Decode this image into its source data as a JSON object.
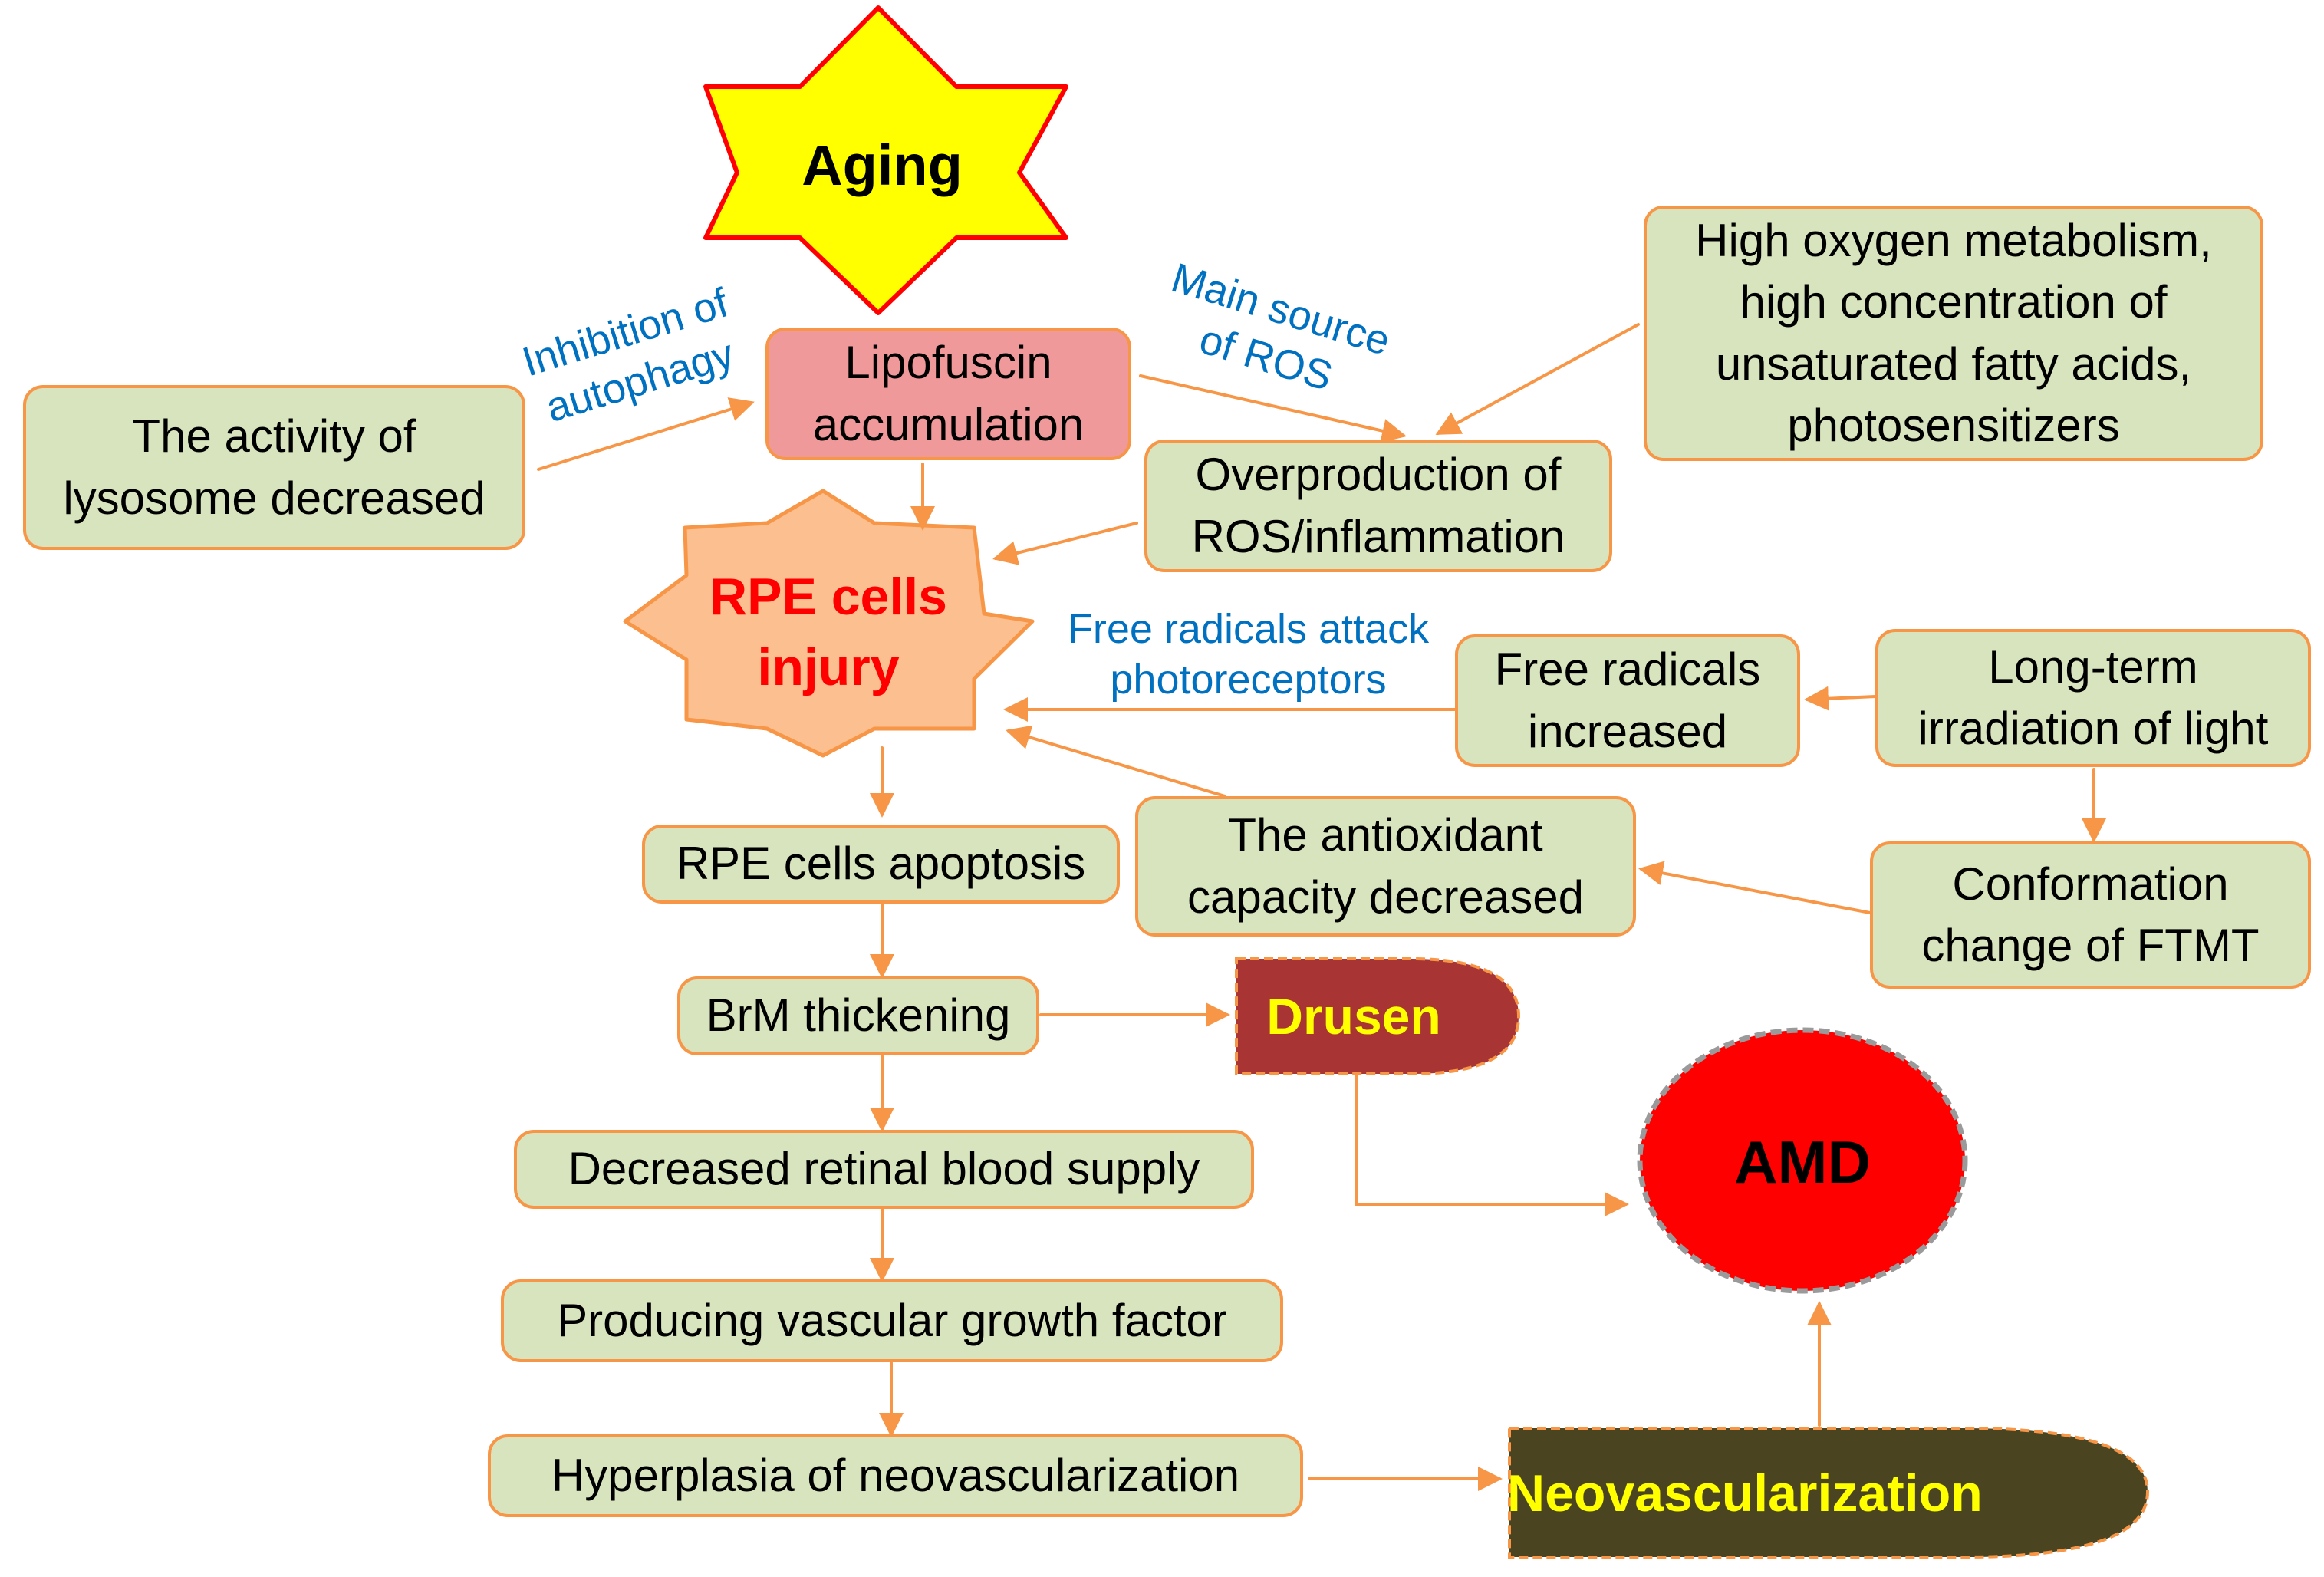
{
  "aging": {
    "label": "Aging"
  },
  "lipofuscin": {
    "line1": "Lipofuscin",
    "line2": "accumulation"
  },
  "lysosome": {
    "line1": "The activity of",
    "line2": "lysosome decreased"
  },
  "autophagy_note": {
    "line1": "Inhibition of",
    "line2": "autophagy"
  },
  "main_source_note": {
    "line1": "Main source",
    "line2": "of ROS"
  },
  "high_oxygen": {
    "line1": "High oxygen metabolism,",
    "line2": "high concentration of",
    "line3": "unsaturated fatty acids,",
    "line4": "photosensitizers"
  },
  "ros": {
    "line1": "Overproduction of",
    "line2": "ROS/inflammation"
  },
  "rpe_injury": {
    "line1": "RPE cells",
    "line2": "injury"
  },
  "free_radicals_note": {
    "line1": "Free radicals attack",
    "line2": "photoreceptors"
  },
  "free_radicals": {
    "line1": "Free radicals",
    "line2": "increased"
  },
  "light": {
    "line1": "Long-term",
    "line2": "irradiation of light"
  },
  "ftmt": {
    "line1": "Conformation",
    "line2": "change of FTMT"
  },
  "antioxidant": {
    "line1": "The antioxidant",
    "line2": "capacity decreased"
  },
  "apoptosis": {
    "label": "RPE cells apoptosis"
  },
  "brm": {
    "label": "BrM thickening"
  },
  "drusen": {
    "label": "Drusen"
  },
  "blood_supply": {
    "label": "Decreased retinal blood supply"
  },
  "vegf": {
    "label": "Producing vascular growth factor"
  },
  "hyperplasia": {
    "label": "Hyperplasia of neovascularization"
  },
  "neovascularization": {
    "label": "Neovascularization"
  },
  "amd": {
    "label": "AMD"
  },
  "colors": {
    "box_fill": "#d7e4bd",
    "box_border": "#f79646",
    "arrow": "#f79646",
    "aging_fill": "#ffff00",
    "aging_border": "#ff0000",
    "lipofuscin_fill": "#f0999a",
    "rpe_fill": "#fbbf90",
    "rpe_text": "#ff0000",
    "note_text": "#0070c0",
    "drusen_fill": "#a93434",
    "drusen_text": "#ffff00",
    "neo_fill": "#4a4520",
    "neo_text": "#ffff00",
    "amd_fill": "#ff0000",
    "amd_text": "#000000"
  }
}
